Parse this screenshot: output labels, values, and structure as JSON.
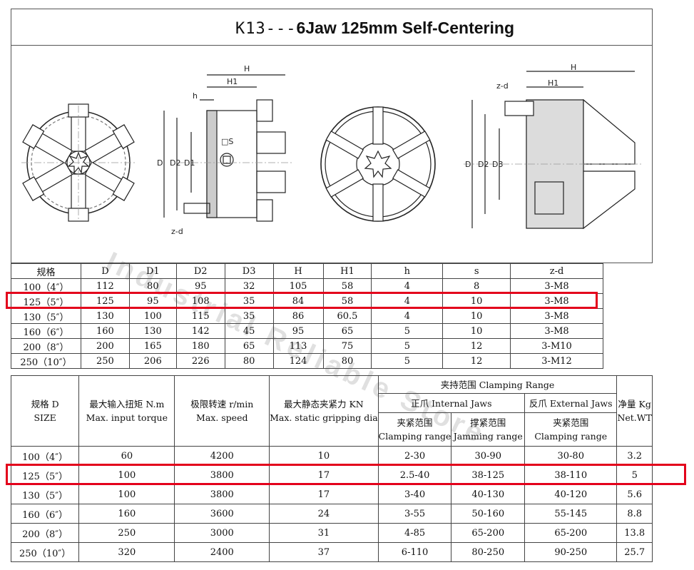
{
  "title": {
    "code": "K13---",
    "name": "6Jaw 125mm Self-Centering"
  },
  "watermark": "Industrial Reliable Store",
  "drawing_labels": {
    "H": "H",
    "H1": "H1",
    "h": "h",
    "D": "D",
    "D1": "D1",
    "D2": "D2",
    "D3": "D3",
    "S": "□S",
    "zd": "z-d"
  },
  "dimension_table": {
    "headers": [
      "规格",
      "D",
      "D1",
      "D2",
      "D3",
      "H",
      "H1",
      "h",
      "s",
      "z-d"
    ],
    "rows": [
      [
        "100（4″）",
        "112",
        "80",
        "95",
        "32",
        "105",
        "58",
        "4",
        "8",
        "3-M8"
      ],
      [
        "125（5″）",
        "125",
        "95",
        "108",
        "35",
        "84",
        "58",
        "4",
        "10",
        "3-M8"
      ],
      [
        "130（5″）",
        "130",
        "100",
        "115",
        "35",
        "86",
        "60.5",
        "4",
        "10",
        "3-M8"
      ],
      [
        "160（6″）",
        "160",
        "130",
        "142",
        "45",
        "95",
        "65",
        "5",
        "10",
        "3-M8"
      ],
      [
        "200（8″）",
        "200",
        "165",
        "180",
        "65",
        "113",
        "75",
        "5",
        "12",
        "3-M10"
      ],
      [
        "250（10″）",
        "250",
        "206",
        "226",
        "80",
        "124",
        "80",
        "5",
        "12",
        "3-M12"
      ]
    ]
  },
  "spec_table": {
    "size": [
      "规格 D",
      "SIZE"
    ],
    "torque": [
      "最大输入扭矩 N.m",
      "Max.  input torque"
    ],
    "speed": [
      "极限转速 r/min",
      "Max. speed"
    ],
    "grip": [
      "最大静态夹紧力 KN",
      "Max. static gripping dia"
    ],
    "clamping_range": "夹持范围    Clamping Range",
    "internal_jaws": "正爪  Internal Jaws",
    "external_jaws": "反爪  External Jaws",
    "clamp1": [
      "夹紧范围",
      "Clamping range"
    ],
    "jam": [
      "撑紧范围",
      "Jamming range"
    ],
    "clamp2": [
      "夹紧范围",
      "Clamping range"
    ],
    "weight": [
      "净量 Kg",
      "Net.WT"
    ],
    "rows": [
      [
        "100（4″）",
        "60",
        "4200",
        "10",
        "2-30",
        "30-90",
        "30-80",
        "3.2"
      ],
      [
        "125（5″）",
        "100",
        "3800",
        "17",
        "2.5-40",
        "38-125",
        "38-110",
        "5"
      ],
      [
        "130（5″）",
        "100",
        "3800",
        "17",
        "3-40",
        "40-130",
        "40-120",
        "5.6"
      ],
      [
        "160（6″）",
        "160",
        "3600",
        "24",
        "3-55",
        "50-160",
        "55-145",
        "8.8"
      ],
      [
        "200（8″）",
        "250",
        "3000",
        "31",
        "4-85",
        "65-200",
        "65-200",
        "13.8"
      ],
      [
        "250（10″）",
        "320",
        "2400",
        "37",
        "6-110",
        "80-250",
        "90-250",
        "25.7"
      ]
    ]
  },
  "highlight_color": "#e3001b"
}
